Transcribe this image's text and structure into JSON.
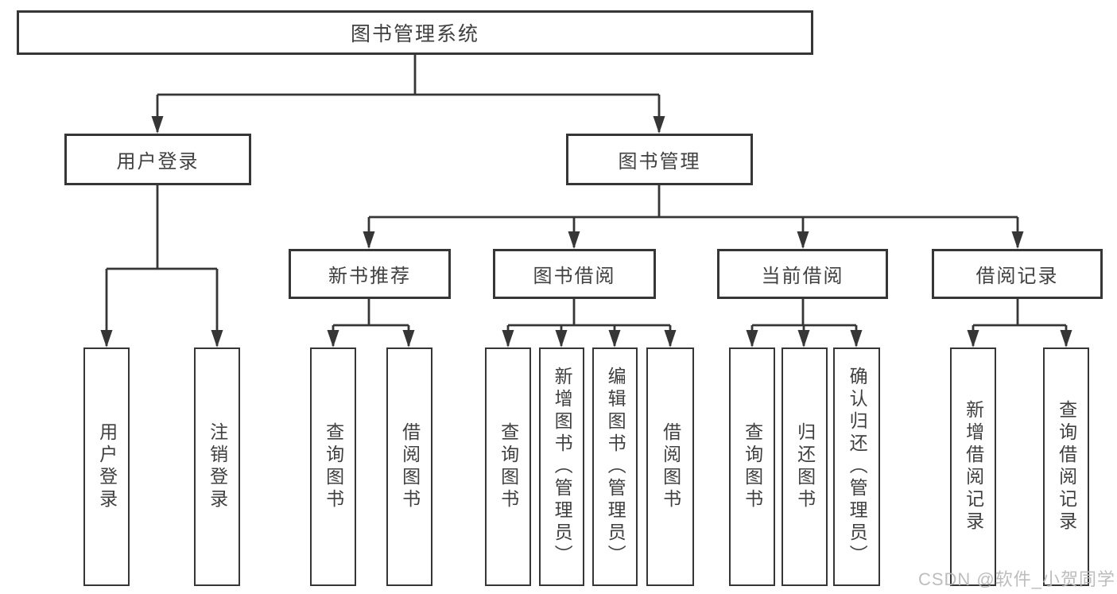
{
  "colors": {
    "line": "#363636",
    "node_border": "#363636",
    "node_text": "#404040",
    "watermark_text": "#b9b9b9",
    "background": "#ffffff"
  },
  "tree": {
    "label": "图书管理系统",
    "children": [
      {
        "label": "用户登录",
        "children": [
          {
            "label": "用户登录"
          },
          {
            "label": "注销登录"
          }
        ]
      },
      {
        "label": "图书管理",
        "children": [
          {
            "label": "新书推荐",
            "children": [
              {
                "label": "查询图书"
              },
              {
                "label": "借阅图书"
              }
            ]
          },
          {
            "label": "图书借阅",
            "children": [
              {
                "label": "查询图书"
              },
              {
                "label": "新增图书（管理员）"
              },
              {
                "label": "编辑图书（管理员）"
              },
              {
                "label": "借阅图书"
              }
            ]
          },
          {
            "label": "当前借阅",
            "children": [
              {
                "label": "查询图书"
              },
              {
                "label": "归还图书"
              },
              {
                "label": "确认归还（管理员）"
              }
            ]
          },
          {
            "label": "借阅记录",
            "children": [
              {
                "label": "新增借阅记录"
              },
              {
                "label": "查询借阅记录"
              }
            ]
          }
        ]
      }
    ]
  },
  "watermark": {
    "text": "CSDN @软件_小贺同学"
  }
}
